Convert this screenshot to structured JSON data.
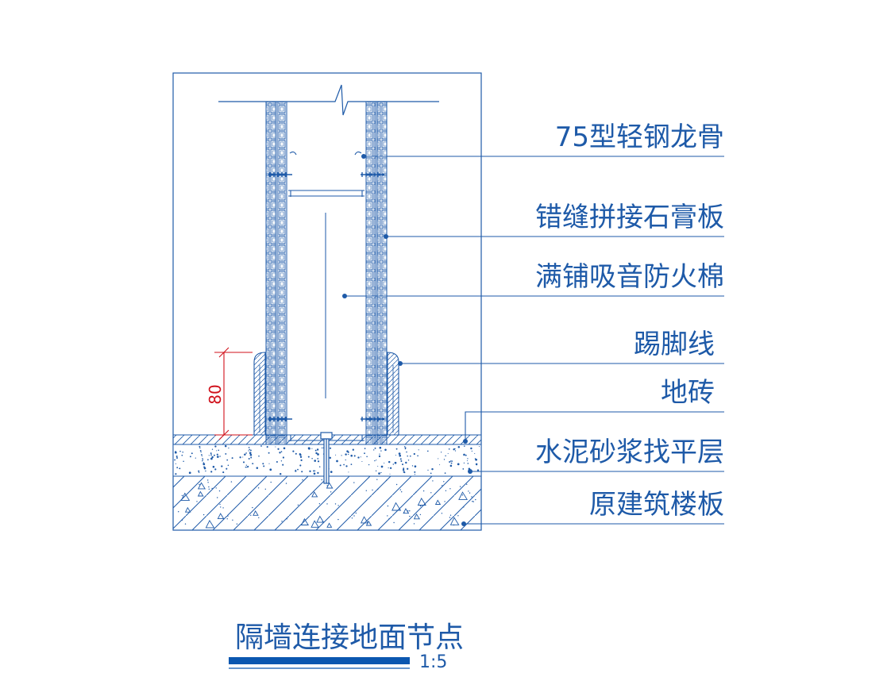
{
  "labels": {
    "stud": "75型轻钢龙骨",
    "gypsum_board": "错缝拼接石膏板",
    "insulation": "满铺吸音防火棉",
    "skirting": "踢脚线",
    "floor_tile": "地砖",
    "mortar": "水泥砂浆找平层",
    "slab": "原建筑楼板"
  },
  "dimension": {
    "skirting_height": "80"
  },
  "title": {
    "text": "隔墙连接地面节点",
    "scale": "1:5"
  },
  "colors": {
    "line": "#1e5aa8",
    "dimension": "#d0101a",
    "title_bar": "#0b57b0",
    "background": "#ffffff"
  }
}
